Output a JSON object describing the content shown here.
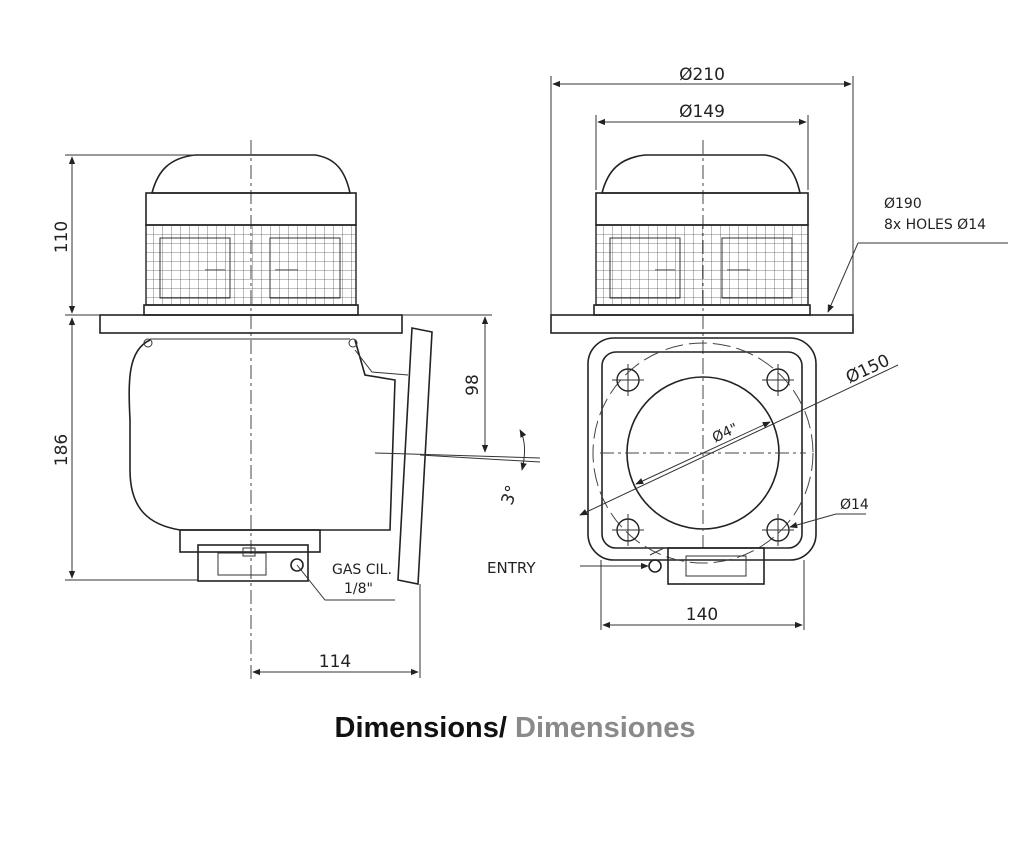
{
  "drawing": {
    "side_view": {
      "dim_height_top": "110",
      "dim_height_body": "186",
      "dim_flange_offset": "98",
      "dim_angle": "3°",
      "dim_width": "114",
      "label_gas_line1": "GAS CIL.",
      "label_gas_line2": "1/8\""
    },
    "front_view": {
      "dim_outer_diameter": "Ø210",
      "dim_inner_diameter": "Ø149",
      "label_holes_line1": "Ø190",
      "label_holes_line2": "8x HOLES Ø14",
      "dim_flange_diameter": "Ø150",
      "dim_pipe_size": "Ø4\"",
      "dim_small_hole": "Ø14",
      "label_entry": "ENTRY",
      "dim_square_width": "140"
    }
  },
  "caption": {
    "english": "Dimensions/",
    "spanish": " Dimensiones"
  }
}
